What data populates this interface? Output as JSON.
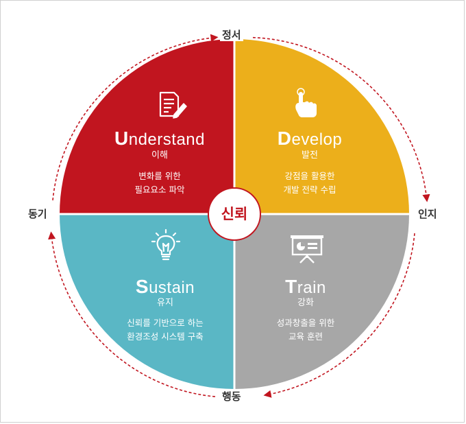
{
  "cycle_labels": {
    "top": "정서",
    "right": "인지",
    "bottom": "행동",
    "left": "동기"
  },
  "center": "신뢰",
  "quadrants": {
    "understand": {
      "initial": "U",
      "rest": "nderstand",
      "sub": "이해",
      "desc1": "변화를 위한",
      "desc2": "필요요소 파악",
      "color": "#c1151f",
      "icon": "document-pen-icon"
    },
    "develop": {
      "initial": "D",
      "rest": "evelop",
      "sub": "발전",
      "desc1": "강점을 활용한",
      "desc2": "개발 전략 수립",
      "color": "#ecaf1b",
      "icon": "pointing-hand-icon"
    },
    "sustain": {
      "initial": "S",
      "rest": "ustain",
      "sub": "유지",
      "desc1": "신뢰를 기반으로 하는",
      "desc2": "환경조성 시스템 구축",
      "color": "#5ab7c5",
      "icon": "lightbulb-icon"
    },
    "train": {
      "initial": "T",
      "rest": "rain",
      "sub": "강화",
      "desc1": "성과창출을 위한",
      "desc2": "교육 훈련",
      "color": "#a7a7a7",
      "icon": "presentation-board-icon"
    }
  },
  "colors": {
    "arrow": "#c1151f",
    "center_ring": "#c1151f"
  }
}
